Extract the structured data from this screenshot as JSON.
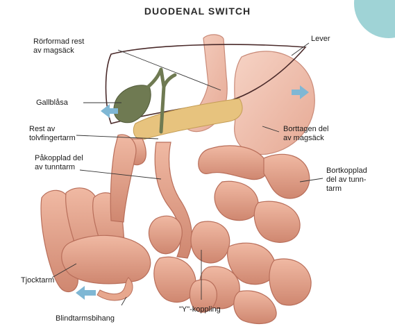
{
  "title": "DUODENAL SWITCH",
  "labels": {
    "tubular_stomach_1": "Rörformad rest",
    "tubular_stomach_2": "av magsäck",
    "liver": "Lever",
    "gallbladder": "Gallblåsa",
    "duodenum_1": "Rest av",
    "duodenum_2": "tolvfingertarm",
    "removed_stomach_1": "Borttagen del",
    "removed_stomach_2": "av magsäck",
    "connected_small_1": "Påkopplad del",
    "connected_small_2": "av tunntarm",
    "disconnected_small_1": "Bortkopplad",
    "disconnected_small_2": "del av tunn-",
    "disconnected_small_3": "tarm",
    "colon": "Tjocktarm",
    "y_connection": "\"Y\"-koppling",
    "appendix": "Blindtarmsbihang"
  },
  "colors": {
    "intestine": "#e7a78e",
    "intestine_shade": "#c97b66",
    "stomach": "#f2c2b1",
    "pancreas": "#e7c37e",
    "gallbladder": "#6f7a52",
    "liver_outline": "#4a2a2a",
    "arrow": "#7fb7d4",
    "corner_circle": "#9fd3d6",
    "leader": "#333333"
  }
}
